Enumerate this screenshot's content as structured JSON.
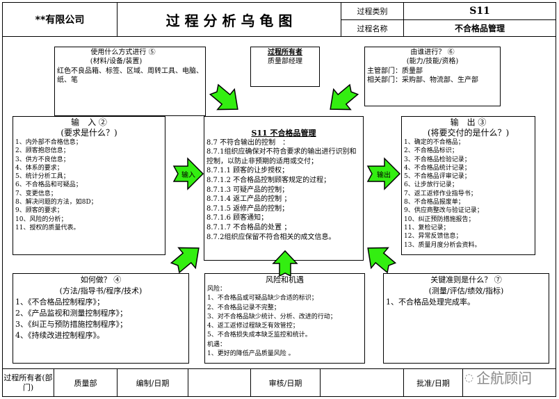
{
  "header": {
    "company": "**有限公司",
    "title": "过 程 分 析 乌 龟 图",
    "category_label": "过程类别",
    "category_value": "S11",
    "name_label": "过程名称",
    "name_value": "不合格品管理"
  },
  "resources": {
    "title": "使用什么方式进行 ⑤",
    "subtitle": "(材料/设备/装置)",
    "lines": [
      "红色不良品箱、标签、区域、周转工具、电脑、纸、笔"
    ]
  },
  "owner": {
    "title": "过程所有者",
    "value": "质量部经理"
  },
  "who": {
    "title": "由谁进行？ ⑥",
    "subtitle": "(能力/技能/资格)",
    "lines": [
      "主管部门：质量部",
      "相关部门：采购部、物流部、生产部"
    ]
  },
  "inputs": {
    "title": "输　入 ②",
    "subtitle": "(要求是什么？)",
    "items": [
      "1、内外部不合格信息；",
      "2、顾客抱怨信息；",
      "3、供方不良信息；",
      "4、体系的要求；",
      "5、统计分析工具；",
      "6、不合格品和可疑品；",
      "7、变更信息；",
      "8、解决问题的方法，如8D；",
      "9、顾客的要求；",
      "10、风险的分析；",
      "11、授权的质量代表。"
    ]
  },
  "process": {
    "title": "S11 不合格品管理",
    "items": [
      "8.7 不符合输出的控制　：",
      "8.7.1组织应确保对不符合要求的输出进行识别和控制，以防止非预期的适用或交付；",
      "8.7.1.1 顾客的让步授权；",
      "8.7.1.2 不合格品控制顾客规定的过程；",
      "8.7.1.3 可疑产品的控制；",
      "8.7.1.4 返工产品的控制 ；",
      "8.7.1.5 返修产品的控制；",
      "8.7.1.6 顾客通知；",
      "8.7.1.7 不合格品的处置 ；",
      "8.7.2组织应保留不符合相关的成文信息。"
    ]
  },
  "outputs": {
    "title": "输　出 ③",
    "subtitle": "(将要交付的是什么？)",
    "items": [
      "1、确定的不合格品；",
      "2、不合格品标识；",
      "3、不合格品检验记录；",
      "4、不合格品统计记录；",
      "5、不合格品评审记录；",
      "6、让步放行记录；",
      "7、返工返修作业指导书；",
      "8、不合格品报废单；",
      "9、供应商整改与验证记录；",
      "10、纠正预防措施报告；",
      "11、复检记录；",
      "12、异常反馈信息；",
      "13、质量月度分析会资料。"
    ]
  },
  "arrows": {
    "input_label": "输入",
    "output_label": "输出",
    "color": "#33ee11"
  },
  "how": {
    "title": "如何做？ ④",
    "subtitle": "(方法/指导书/程序/技术)",
    "items": [
      "1、《不合格品控制程序》；",
      "2、《产品监视和测量控制程序》；",
      "3、《纠正与预防措施控制程序》；",
      "4、《持续改进控制程序》。"
    ]
  },
  "risks": {
    "title": "风险和机遇",
    "risk_label": "风险：",
    "risk_items": [
      "1、不合格品或可疑品缺少合适的标识；",
      "2、不合格品记录不完整；",
      "3、对不合格品缺少统计、分析、改进的行动；",
      "4、返工返修过程缺乏有效管控；",
      "5、不合格损失成本缺乏监控和统计。"
    ],
    "opp_label": "机遇：",
    "opp_items": [
      "1、更好的降低产品质量风险 。"
    ]
  },
  "criteria": {
    "title": "关键准则是什么？ ⑦",
    "subtitle": "(测量/评估/绩效/指标)",
    "items": [
      "1、不合格品处理完成率。"
    ]
  },
  "footer": {
    "owner_label": "过程所有者(部门)",
    "owner_value": "质量部",
    "prepared_label": "编制/日期",
    "prepared_value": "",
    "reviewed_label": "审核/日期",
    "reviewed_value": "",
    "approved_label": "批准/日期",
    "approved_value": "",
    "watermark": "企航顾问"
  }
}
